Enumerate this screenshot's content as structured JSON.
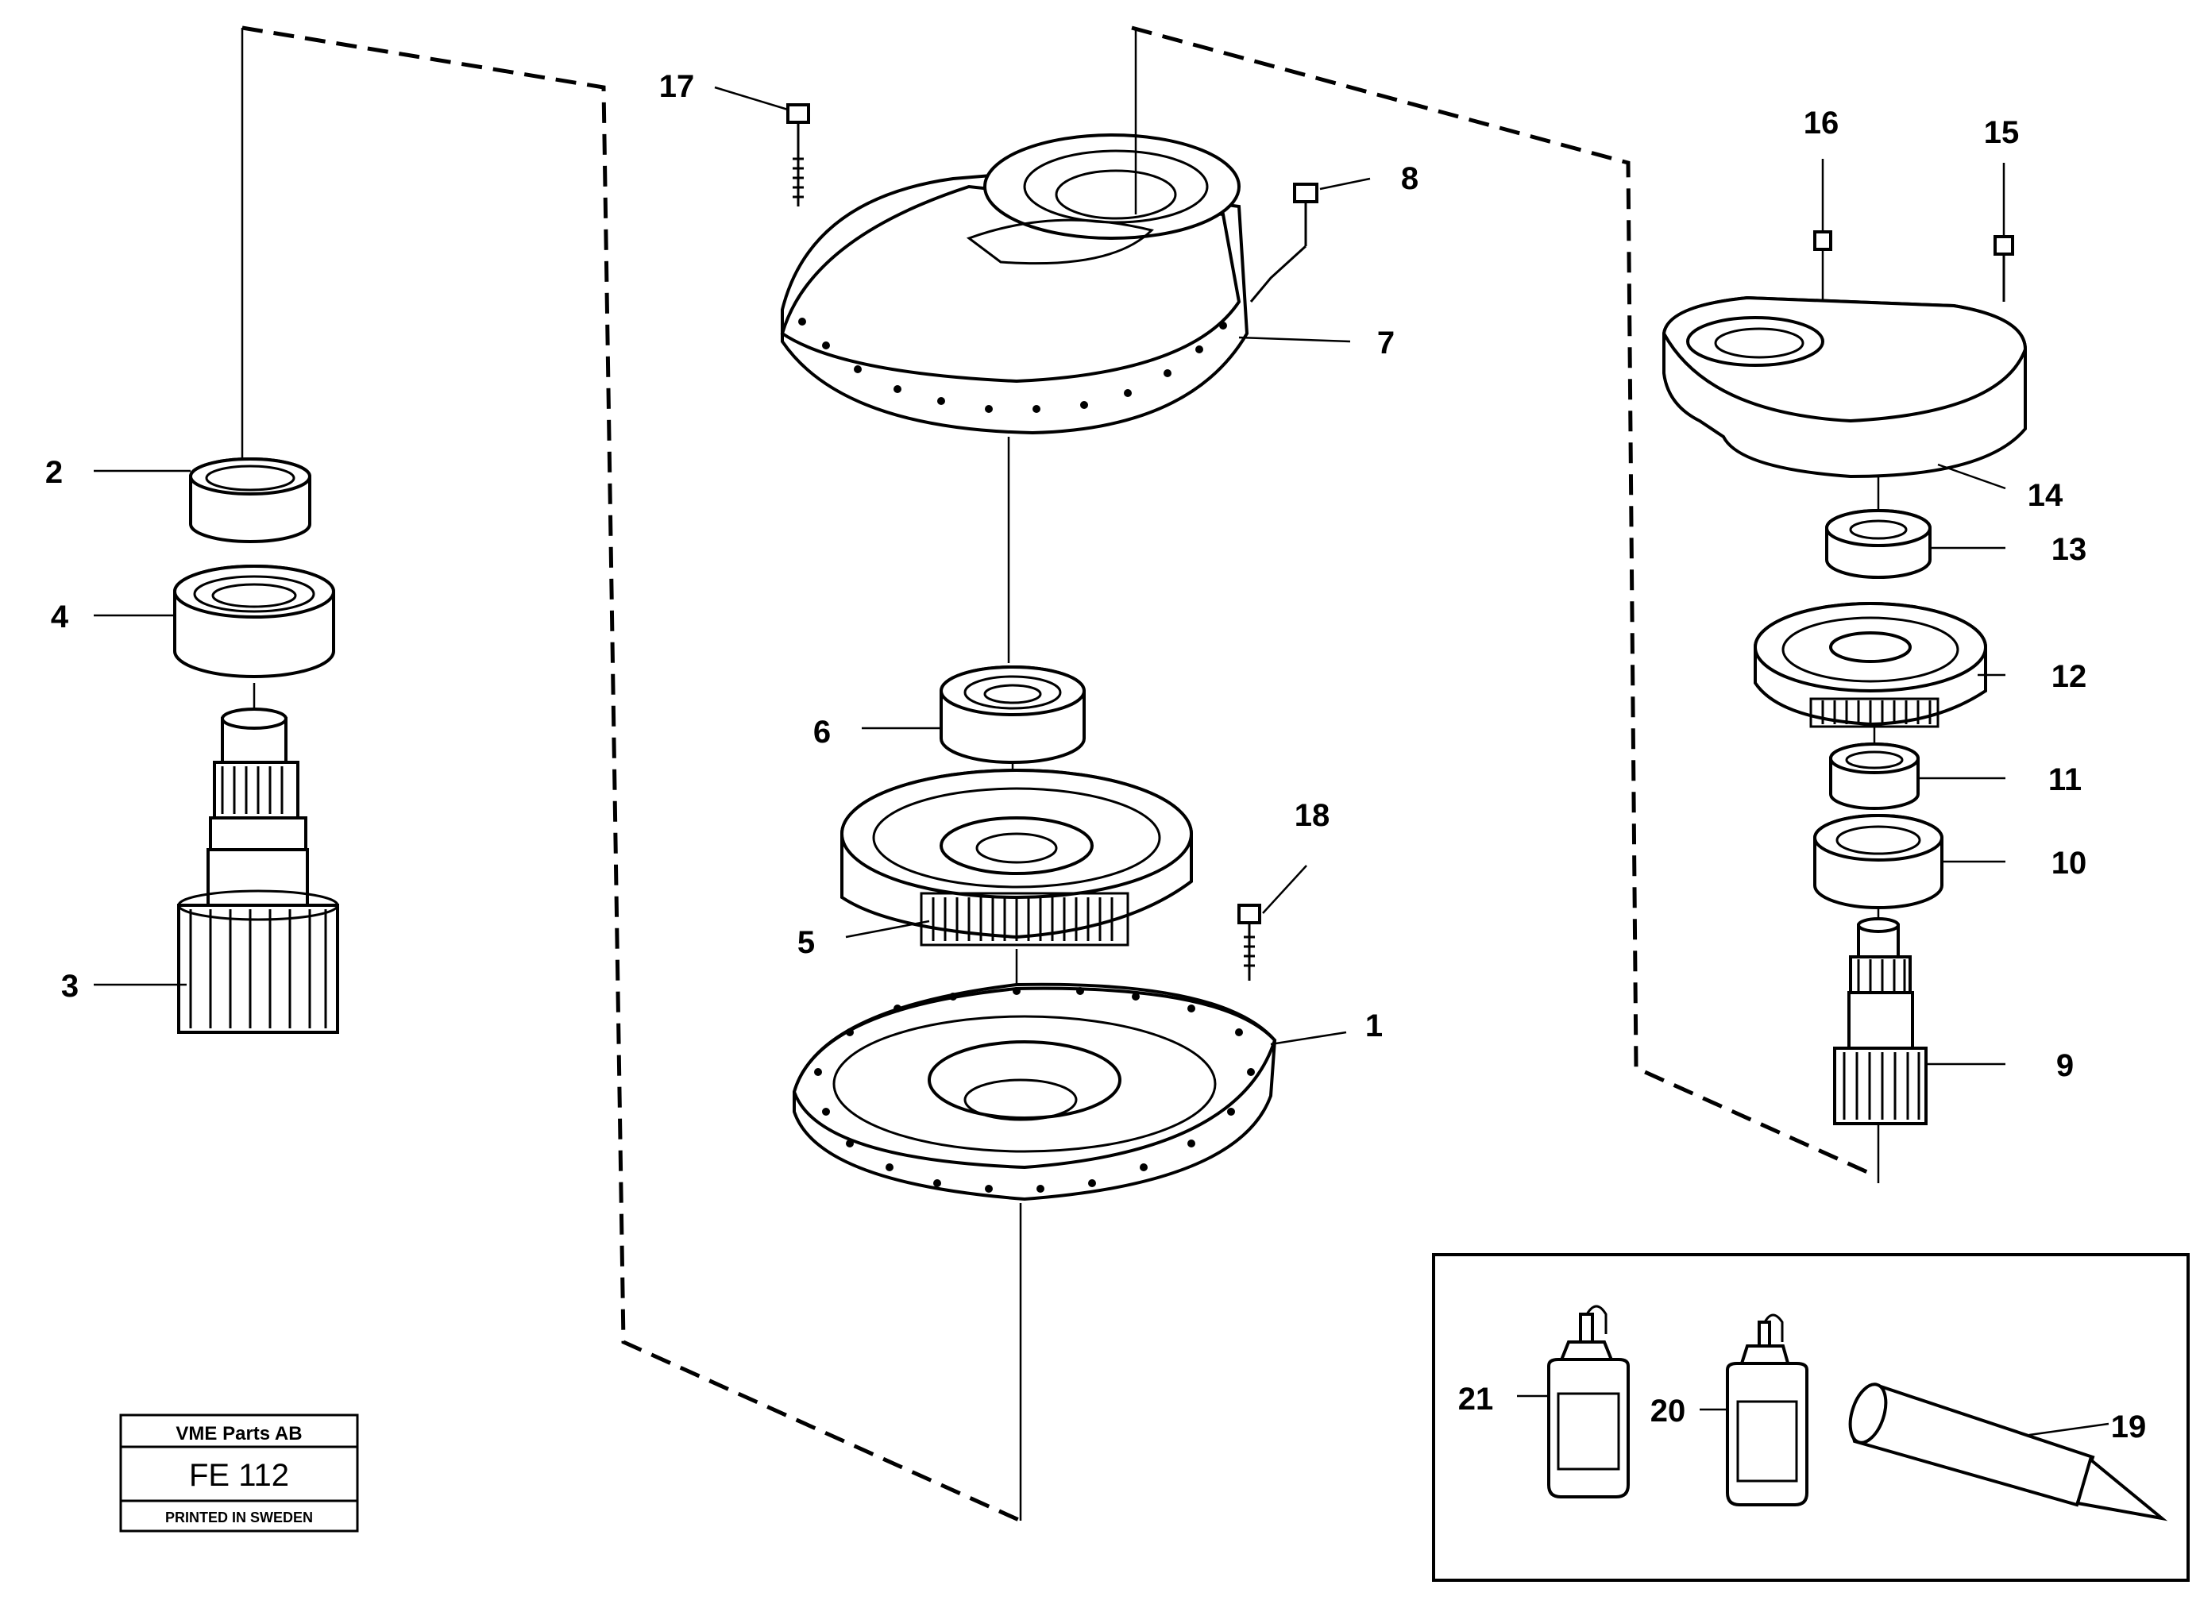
{
  "callouts": [
    "1",
    "2",
    "3",
    "4",
    "5",
    "6",
    "7",
    "8",
    "9",
    "10",
    "11",
    "12",
    "13",
    "14",
    "15",
    "16",
    "17",
    "18",
    "19",
    "20",
    "21"
  ],
  "title_block": {
    "company": "VME Parts AB",
    "code": "FE 112",
    "footer": "PRINTED IN SWEDEN"
  }
}
